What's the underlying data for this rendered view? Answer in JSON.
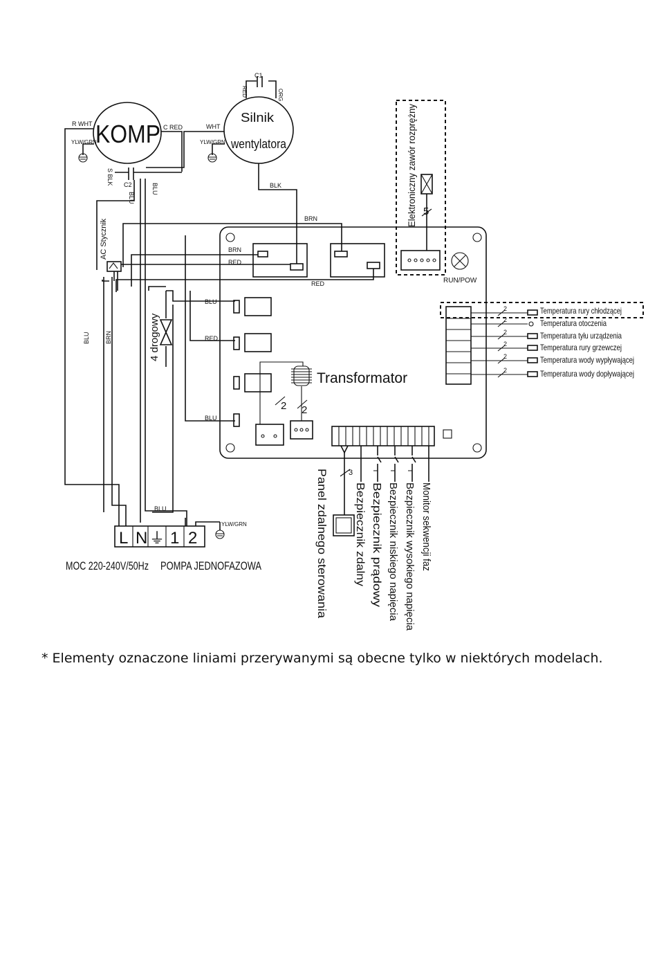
{
  "components": {
    "compressor": "KOMP",
    "fan_motor_line1": "Silnik",
    "fan_motor_line2": "wentylatora",
    "capacitor_c1": "C1",
    "capacitor_c2": "C2",
    "contactor": "AC Stycznik",
    "four_way_valve": "4 drogowy",
    "transformer": "Transformator",
    "expansion_valve": "Elektroniczny zawór rozprężny",
    "run_led": "RUN/POW",
    "remote_panel": "Panel zdalnego sterowania"
  },
  "wire_labels": {
    "r_wht": "R WHT",
    "c_red": "C RED",
    "s_blk": "S BLK",
    "wht": "WHT",
    "ylw_grn": "YLW/GRN",
    "blk": "BLK",
    "brn": "BRN",
    "red": "RED",
    "blu": "BLU",
    "orgl": "ORG"
  },
  "wire_counts": {
    "expansion": "5",
    "sensor": "2",
    "transformer": "2",
    "remote": "3"
  },
  "sensors": [
    "Temperatura rury chłodzącej",
    "Temperatura otoczenia",
    "Temperatura tyłu urządzenia",
    "Temperatura rury grzewczej",
    "Temperatura wody wypływającej",
    "Temperatura wody dopływającej"
  ],
  "protections": [
    "Monitor sekwencji faz",
    "Bezpiecznik wysokiego napięcia",
    "Bezpiecznik niskiego napięcia",
    "Bezpiecznik prądowy",
    "Bezpiecznik zdalny"
  ],
  "terminal_block": [
    "L",
    "N",
    "⏚",
    "1",
    "2"
  ],
  "power_label": "MOC 220-240V/50Hz",
  "pump_label": "POMPA JEDNOFAZOWA",
  "footnote": "* Elementy oznaczone liniami przerywanymi są obecne tylko w niektórych modelach."
}
